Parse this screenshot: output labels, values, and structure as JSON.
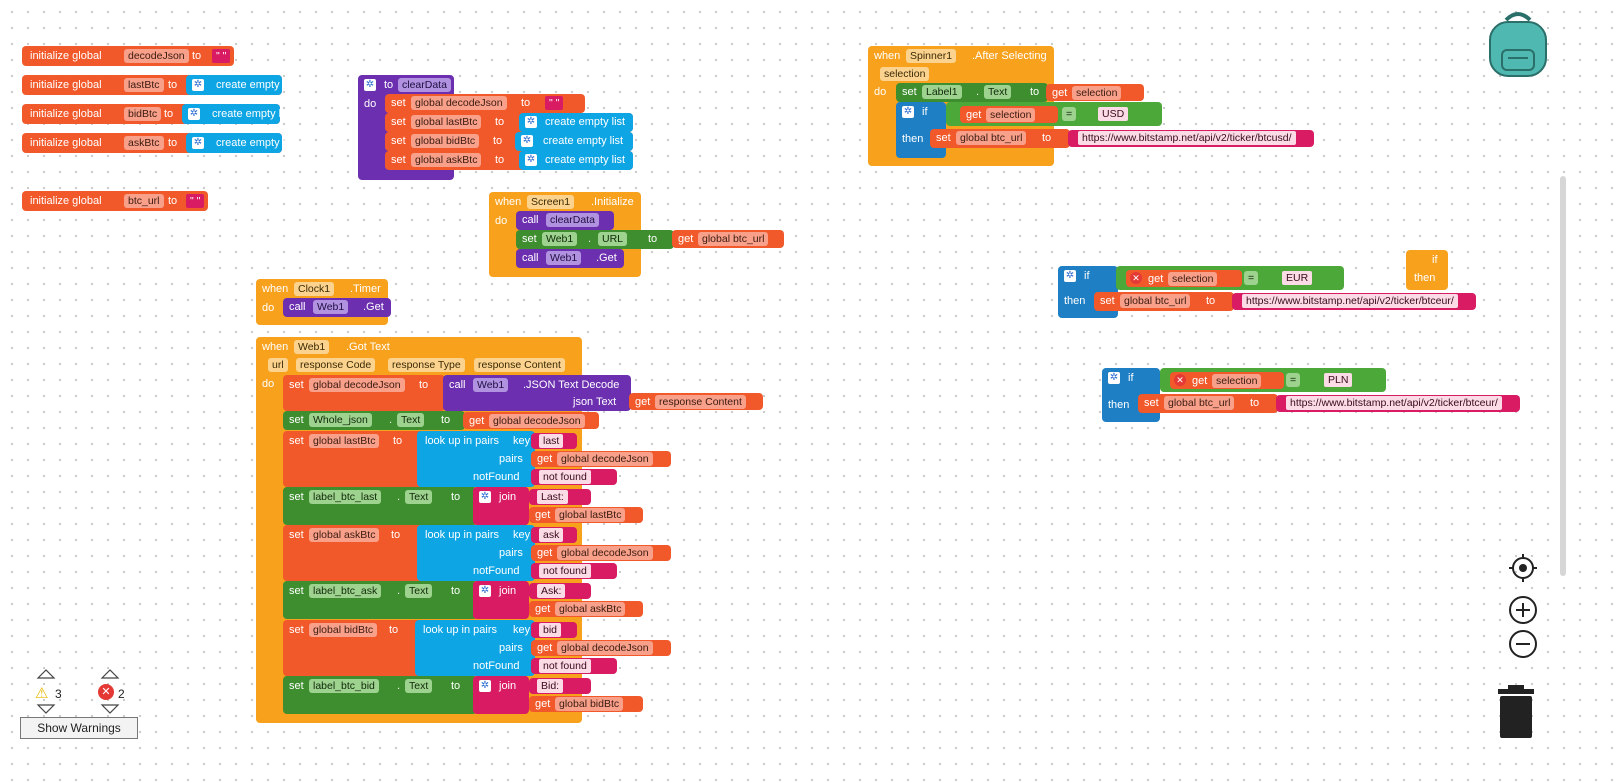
{
  "globals": [
    {
      "kw": "initialize global",
      "name": "decodeJson",
      "to": "to",
      "value": "\" \""
    },
    {
      "kw": "initialize global",
      "name": "lastBtc",
      "to": "to",
      "value": "create empty list"
    },
    {
      "kw": "initialize global",
      "name": "bidBtc",
      "to": "to",
      "value": "create empty list"
    },
    {
      "kw": "initialize global",
      "name": "askBtc",
      "to": "to",
      "value": "create empty list"
    },
    {
      "kw": "initialize global",
      "name": "btc_url",
      "to": "to",
      "value": "\" \""
    }
  ],
  "clear_data": {
    "to": "to",
    "name": "clearData",
    "do": "do",
    "rows": [
      {
        "set": "set",
        "var": "global decodeJson",
        "to": "to",
        "value": "\" \""
      },
      {
        "set": "set",
        "var": "global lastBtc",
        "to": "to",
        "value": "create empty list"
      },
      {
        "set": "set",
        "var": "global bidBtc",
        "to": "to",
        "value": "create empty list"
      },
      {
        "set": "set",
        "var": "global askBtc",
        "to": "to",
        "value": "create empty list"
      }
    ]
  },
  "screen_init": {
    "when": "when",
    "component": "Screen1",
    "event": ".Initialize",
    "do": "do",
    "call": "call",
    "clear": "clearData",
    "set": "set",
    "web": "Web1",
    "dot": ".",
    "url": "URL",
    "to": "to",
    "get": "get",
    "get_var": "global btc_url",
    "get_method": ".Get"
  },
  "clock": {
    "when": "when",
    "component": "Clock1",
    "event": ".Timer",
    "do": "do",
    "call": "call",
    "web": "Web1",
    "method": ".Get"
  },
  "got_text": {
    "when": "when",
    "component": "Web1",
    "event": ".Got Text",
    "params": [
      "url",
      "response Code",
      "response Type",
      "response Content"
    ],
    "do": "do",
    "set": "set",
    "to": "to",
    "get": "get",
    "call": "call",
    "dot": ".",
    "text": "Text",
    "decode_var": "global decodeJson",
    "web": "Web1",
    "json_method": ".JSON Text Decode",
    "json_text": "json Text",
    "resp": "response Content",
    "whole": "Whole_json",
    "lookup": "look up in pairs",
    "key": "key",
    "pairs": "pairs",
    "notfound": "notFound",
    "join": "join",
    "not_found_val": "not found",
    "lookups": [
      {
        "var": "global lastBtc",
        "key": "last",
        "label": "label_btc_last",
        "prefix": "Last:",
        "getvar": "global lastBtc"
      },
      {
        "var": "global askBtc",
        "key": "ask",
        "label": "label_btc_ask",
        "prefix": "Ask:",
        "getvar": "global askBtc"
      },
      {
        "var": "global bidBtc",
        "key": "bid",
        "label": "label_btc_bid",
        "prefix": "Bid:",
        "getvar": "global bidBtc"
      }
    ]
  },
  "spinner": {
    "when": "when",
    "component": "Spinner1",
    "event": ".After Selecting",
    "param": "selection",
    "do": "do",
    "set": "set",
    "label": "Label1",
    "dot": ".",
    "text": "Text",
    "to": "to",
    "get": "get",
    "sel": "selection",
    "if": "if",
    "eq": "=",
    "usd": "USD",
    "then": "then",
    "url_var": "global btc_url",
    "usd_url": "https://www.bitstamp.net/api/v2/ticker/btcusd/"
  },
  "eur_block": {
    "if": "if",
    "get": "get",
    "sel": "selection",
    "eq": "=",
    "val": "EUR",
    "then": "then",
    "set": "set",
    "var": "global btc_url",
    "to": "to",
    "url": "https://www.bitstamp.net/api/v2/ticker/btceur/"
  },
  "pln_block": {
    "if": "if",
    "get": "get",
    "sel": "selection",
    "eq": "=",
    "val": "PLN",
    "then": "then",
    "set": "set",
    "var": "global btc_url",
    "to": "to",
    "url": "https://www.bitstamp.net/api/v2/ticker/btceur/"
  },
  "mini_if": {
    "if": "if",
    "then": "then"
  },
  "warnings": {
    "warn_count": "3",
    "error_count": "2",
    "button": "Show Warnings"
  },
  "colors": {
    "orange": "#f1592a",
    "yellow": "#f7a11d",
    "purple": "#6b2fb0",
    "blue": "#0ea5e4",
    "green": "#3e8e2f",
    "magenta": "#d81b63",
    "backpack": "#4fb8b0"
  }
}
